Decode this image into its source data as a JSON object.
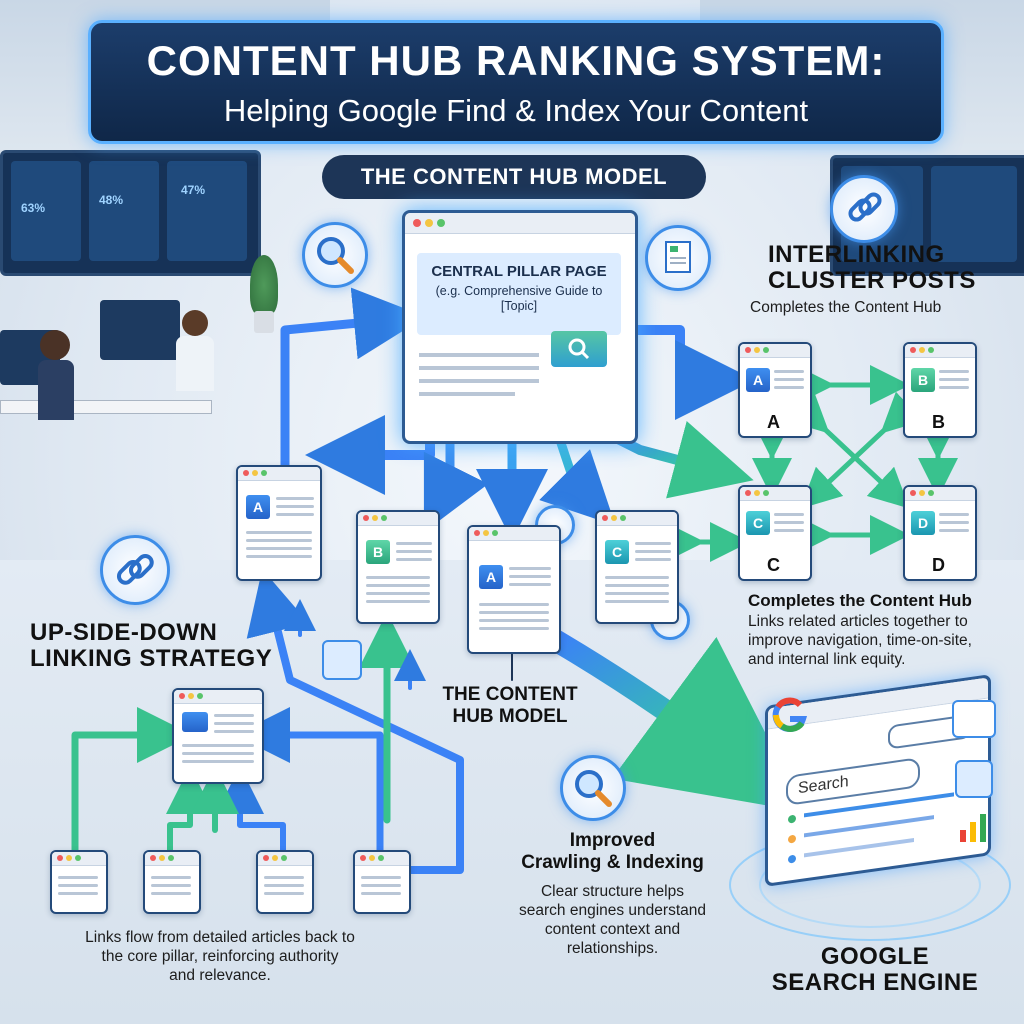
{
  "title": {
    "line1": "CONTENT HUB RANKING SYSTEM:",
    "line2": "Helping Google Find & Index Your Content"
  },
  "model_label": "THE CONTENT HUB MODEL",
  "pillar": {
    "title": "CENTRAL PILLAR PAGE",
    "subtitle": "(e.g. Comprehensive Guide to [Topic]"
  },
  "cluster_docs": {
    "left_a": "A",
    "left_b": "B",
    "center_a": "A",
    "center_c": "C"
  },
  "hub_model_caption": {
    "line1": "THE CONTENT",
    "line2": "HUB MODEL"
  },
  "interlinking": {
    "heading_line1": "INTERLINKING",
    "heading_line2": "CLUSTER POSTS",
    "subheading": "Completes the Content Hub",
    "nodes": [
      "A",
      "B",
      "C",
      "D"
    ],
    "footer_heading": "Completes the Content Hub",
    "footer_line1": "Links related articles together to",
    "footer_line2": "improve navigation, time-on-site,",
    "footer_line3": "and internal link equity."
  },
  "upside_down": {
    "heading_line1": "UP-SIDE-DOWN",
    "heading_line2": "LINKING STRATEGY",
    "desc_line1": "Links flow from detailed articles back to",
    "desc_line2": "the core pillar, reinforcing authority",
    "desc_line3": "and relevance."
  },
  "crawling": {
    "heading_line1": "Improved",
    "heading_line2": "Crawling & Indexing",
    "desc_line1": "Clear structure helps",
    "desc_line2": "search engines understand",
    "desc_line3": "content context and",
    "desc_line4": "relationships."
  },
  "google": {
    "search_placeholder": "Search",
    "label_line1": "GOOGLE",
    "label_line2": "SEARCH ENGINE"
  },
  "dashboard_values": [
    "63%",
    "48%",
    "47%"
  ],
  "colors": {
    "accent": "#3d8de8",
    "glow": "#5ab0ff",
    "arrow_start": "#3b82f6",
    "arrow_end": "#34d399"
  }
}
